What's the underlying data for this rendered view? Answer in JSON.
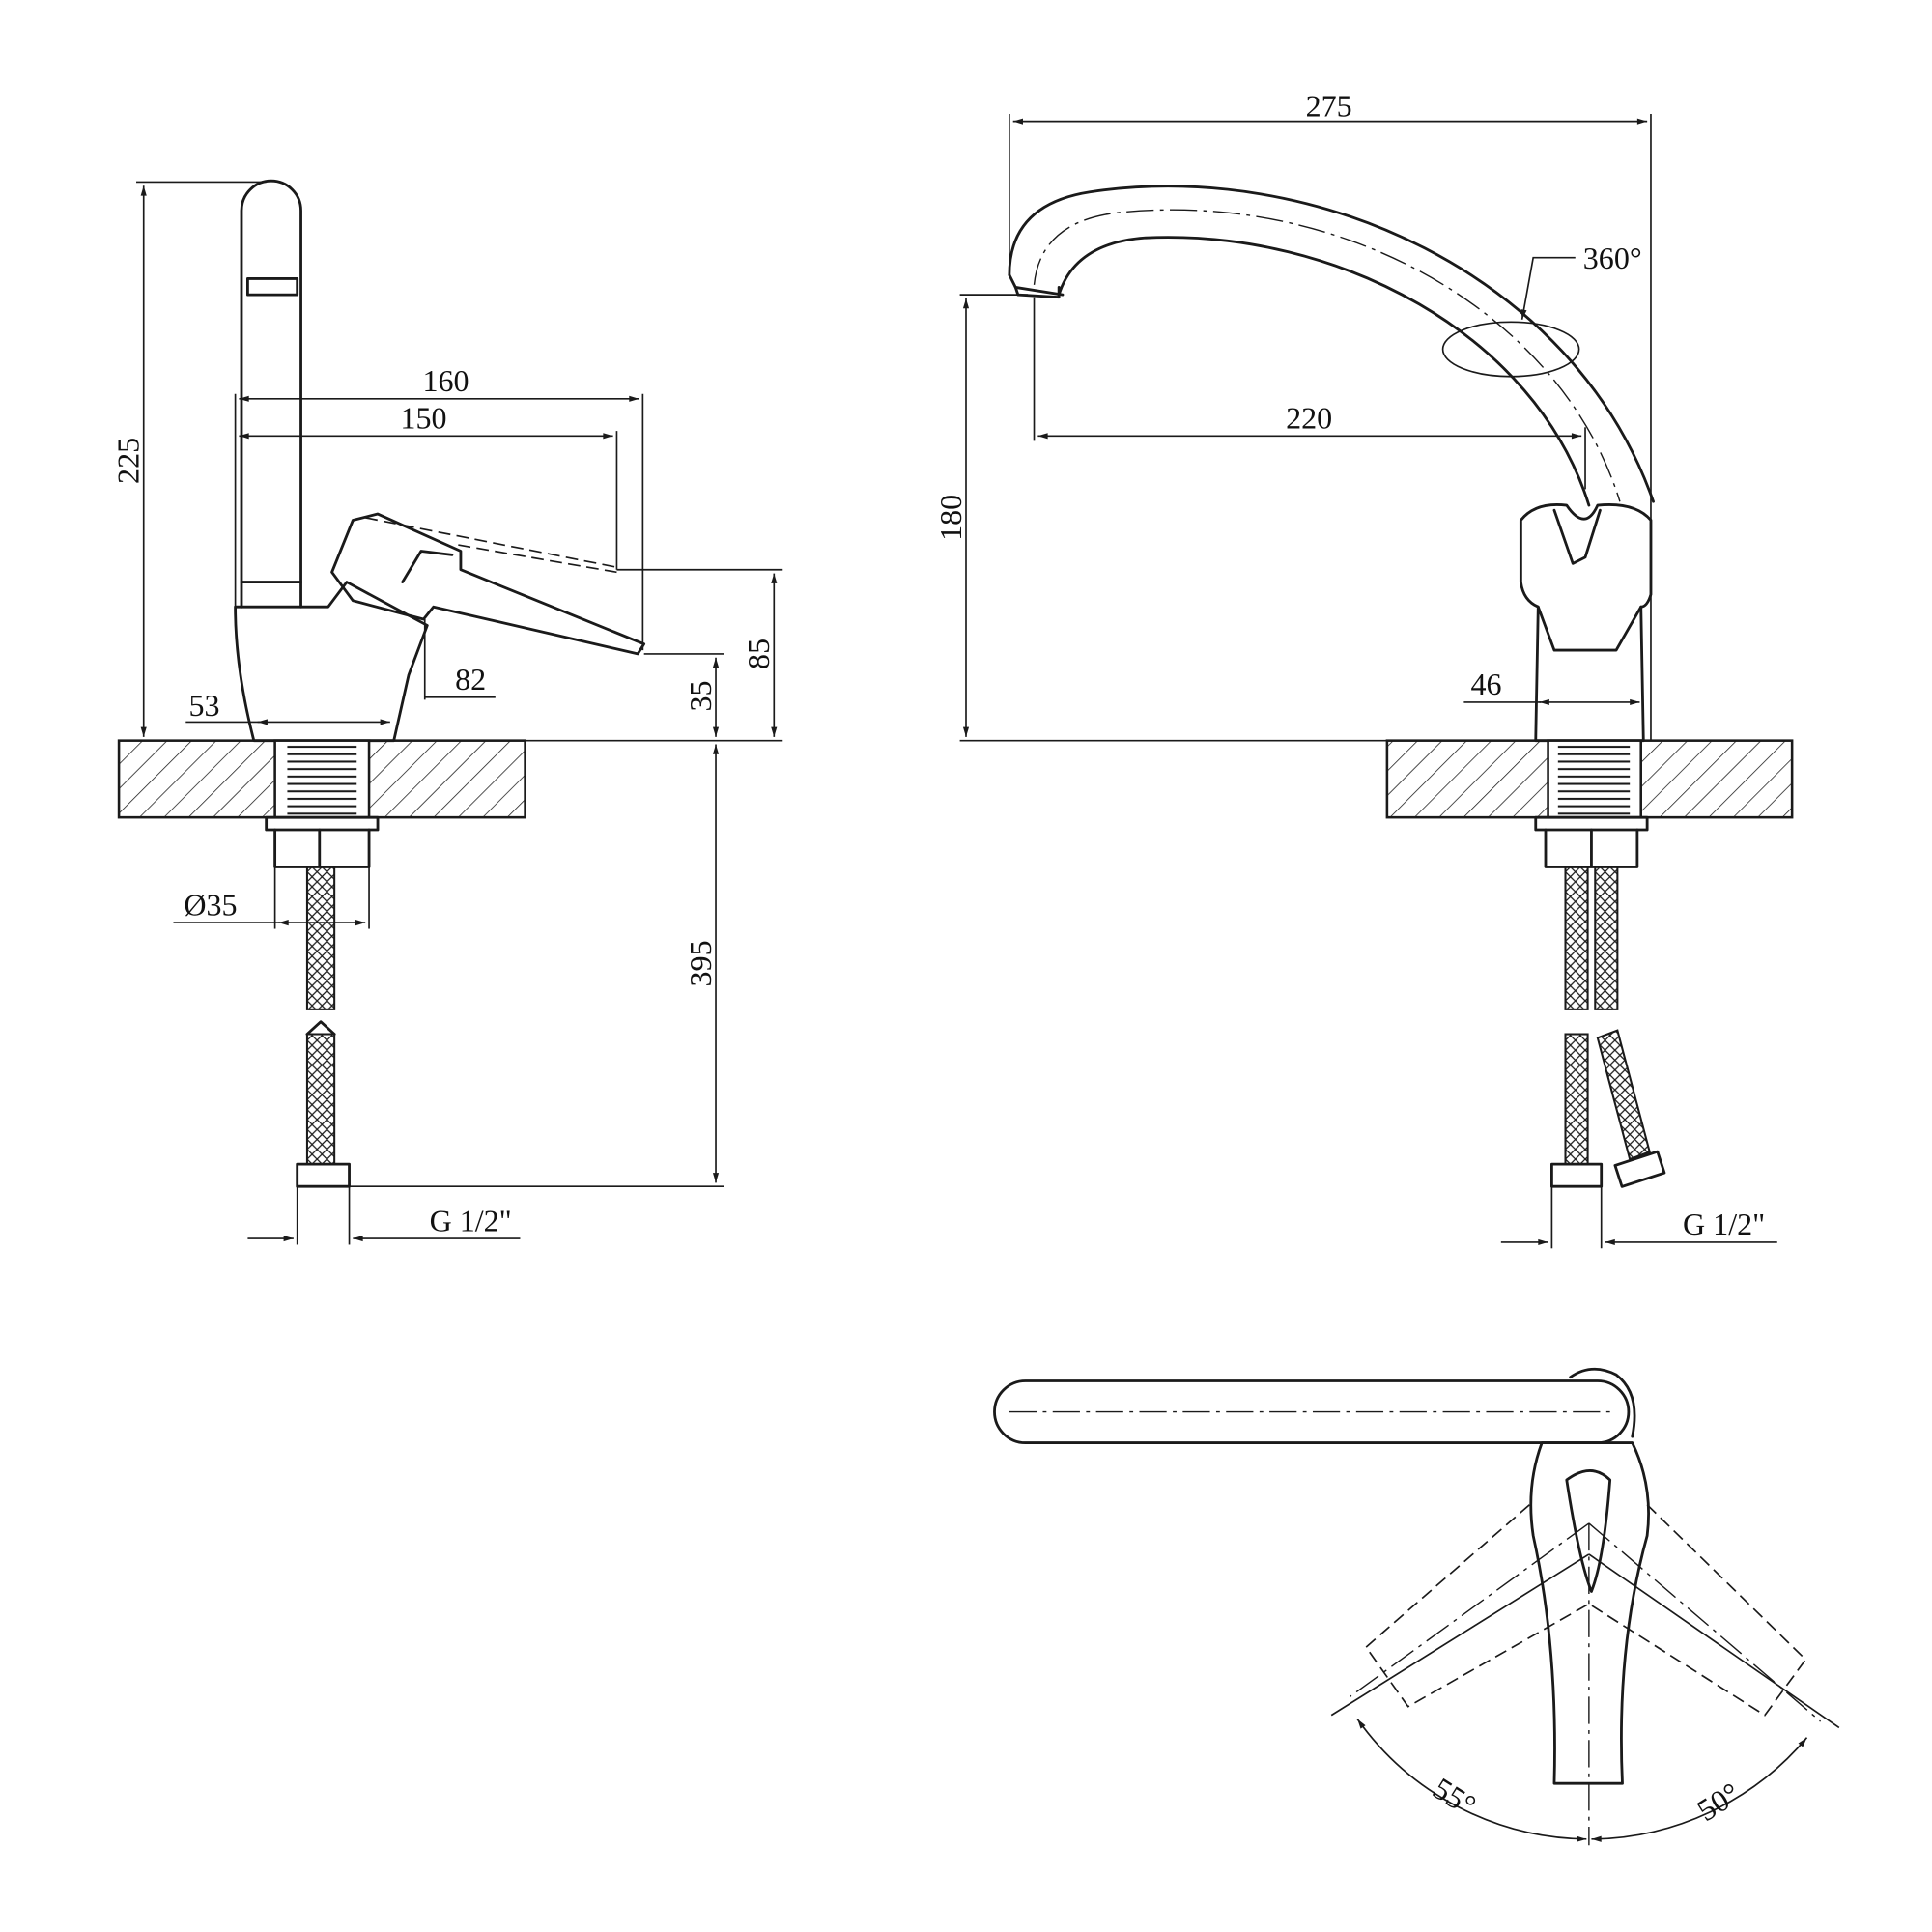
{
  "side_view": {
    "height_total": "225",
    "reach_outer": "160",
    "reach_inner": "150",
    "base_width": "53",
    "lever_base": "82",
    "lever_height": "35",
    "lever_top_height": "85",
    "shank_diameter": "Ø35",
    "hose_length": "395",
    "thread": "G 1/2\""
  },
  "front_view": {
    "spout_width": "275",
    "rotation": "360°",
    "spout_reach": "220",
    "spout_height": "180",
    "body_width": "46",
    "thread": "G 1/2\""
  },
  "top_view": {
    "angle_left": "55°",
    "angle_right": "50°"
  }
}
